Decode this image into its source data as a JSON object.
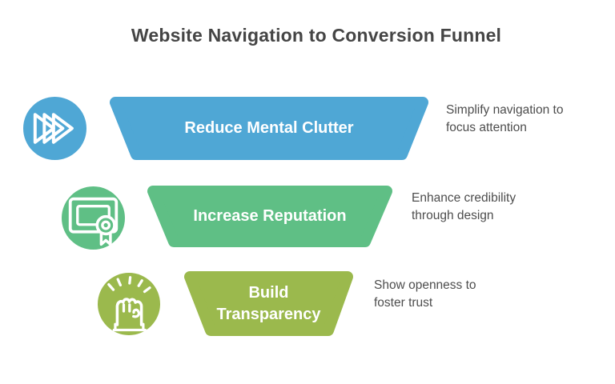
{
  "title": "Website Navigation to Conversion Funnel",
  "colors": {
    "background": "#FFFFFF",
    "title_text": "#454545",
    "description_text": "#4D4D4D",
    "bar_label_text": "#FFFFFF",
    "stage1": "#4FA7D5",
    "stage2": "#5FBF85",
    "stage3": "#9BB94D"
  },
  "funnel": {
    "stages": [
      {
        "label": "Reduce Mental Clutter",
        "description": "Simplify navigation to\nfocus attention",
        "icon": "fast-forward-chevrons-icon",
        "color": "#4FA7D5"
      },
      {
        "label": "Increase Reputation",
        "description": "Enhance credibility\nthrough design",
        "icon": "certificate-icon",
        "color": "#5FBF85"
      },
      {
        "label": "Build\nTransparency",
        "description": "Show openness to\nfoster trust",
        "icon": "raised-fist-icon",
        "color": "#9BB94D"
      }
    ]
  }
}
